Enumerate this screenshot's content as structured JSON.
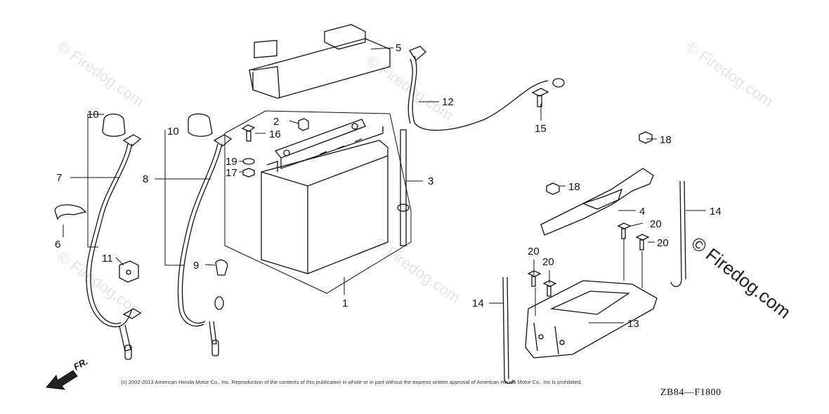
{
  "watermark": "© Firedog.com",
  "copyright": "(c) 2002-2013 American Honda Motor Co., Inc. Reproduction of the contents of this publication in whole or in part without the express written approval of American Honda Motor Co., Inc is prohibited.",
  "diagram_code": "ZB84—F1800",
  "direction_label": "FR.",
  "callouts": {
    "c1": "1",
    "c2": "2",
    "c3": "3",
    "c4": "4",
    "c5": "5",
    "c6": "6",
    "c7": "7",
    "c8": "8",
    "c9": "9",
    "c10a": "10",
    "c10b": "10",
    "c11": "11",
    "c12": "12",
    "c13": "13",
    "c14a": "14",
    "c14b": "14",
    "c15": "15",
    "c16": "16",
    "c17": "17",
    "c18a": "18",
    "c18b": "18",
    "c19": "19",
    "c20a": "20",
    "c20b": "20",
    "c20c": "20",
    "c20d": "20"
  }
}
